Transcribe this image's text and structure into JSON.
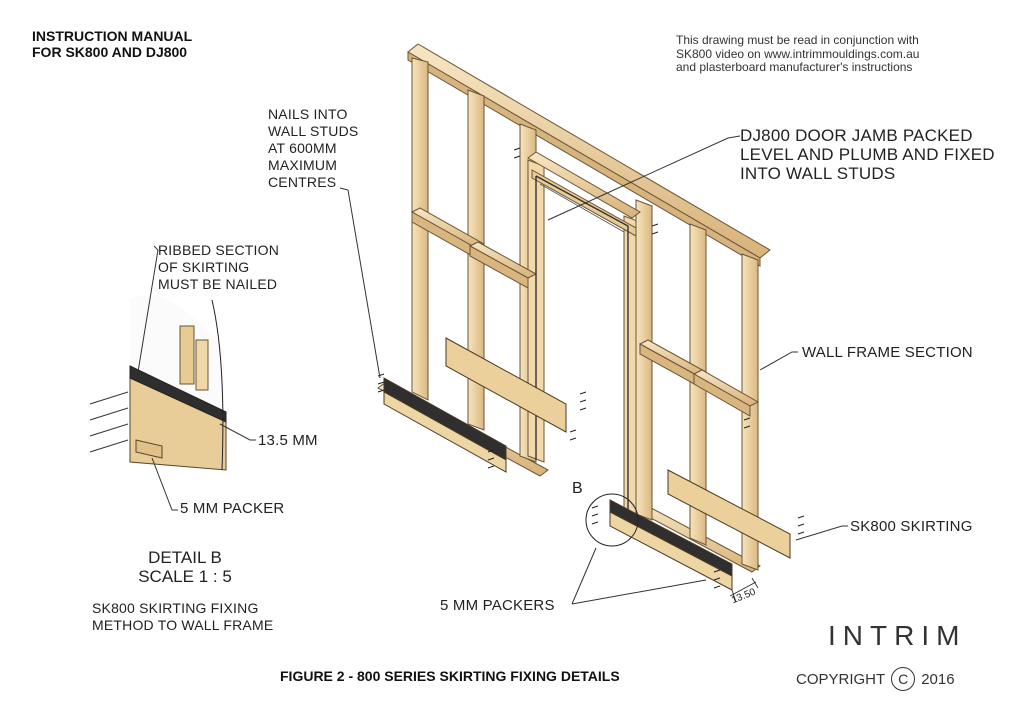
{
  "header": {
    "title_line1": "INSTRUCTION MANUAL",
    "title_line2": "FOR SK800 AND DJ800"
  },
  "note": {
    "line1": "This drawing must be read in conjunction with",
    "line2": "SK800 video on www.intrimmouldings.com.au",
    "line3": "and plasterboard manufacturer's instructions"
  },
  "callouts": {
    "nails": [
      "NAILS INTO",
      "WALL STUDS",
      "AT 600MM",
      "MAXIMUM",
      "CENTRES"
    ],
    "door_jamb": [
      "DJ800 DOOR JAMB PACKED",
      "LEVEL AND PLUMB AND FIXED",
      "INTO WALL STUDS"
    ],
    "ribbed": [
      "RIBBED SECTION",
      "OF SKIRTING",
      "MUST BE NAILED"
    ],
    "wall_frame": "WALL FRAME SECTION",
    "thickness": "13.5 MM",
    "packer": "5 MM PACKER",
    "skirting": "SK800 SKIRTING",
    "packers": "5 MM PACKERS",
    "detail_marker": "B",
    "dimension": "13.50"
  },
  "detail": {
    "title": "DETAIL B",
    "scale": "SCALE 1 : 5",
    "method_line1": "SK800 SKIRTING FIXING",
    "method_line2": "METHOD TO WALL FRAME"
  },
  "figure_caption": "FIGURE 2 - 800 SERIES SKIRTING FIXING DETAILS",
  "brand": {
    "logo_text": "INTRIM",
    "copyright_word": "COPYRIGHT",
    "copyright_symbol": "C",
    "year": "2016"
  },
  "colors": {
    "timber_light": "#f3dcb0",
    "timber_mid": "#e2c08a",
    "timber_dark": "#c9a368",
    "skirting_dark": "#2b2b2b"
  }
}
